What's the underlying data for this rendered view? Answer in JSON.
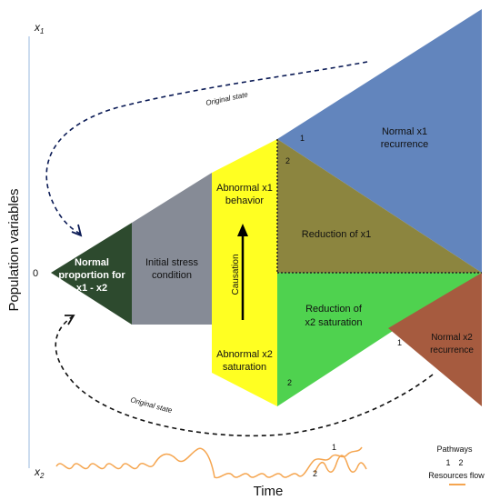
{
  "axes": {
    "y_label": "Population variables",
    "x_label": "Time",
    "x1_label": "x",
    "x1_sub": "1",
    "x2_label": "x",
    "x2_sub": "2",
    "zero_label": "0"
  },
  "regions": {
    "normal_proportion": {
      "line1": "Normal",
      "line2": "proportion for",
      "line3": "x1 - x2",
      "color": "#2d4a2e"
    },
    "initial_stress": {
      "line1": "Initial stress",
      "line2": "condition",
      "color": "#868b96"
    },
    "abnormal_behavior": {
      "line1": "Abnormal x1",
      "line2": "behavior",
      "color": "#ffff22"
    },
    "abnormal_saturation": {
      "line1": "Abnormal x2",
      "line2": "saturation"
    },
    "causation": "Causation",
    "normal_x1_recurrence": {
      "line1": "Normal x1",
      "line2": "recurrence",
      "color": "#6285bd"
    },
    "reduction_x1": {
      "line1": "Reduction of x1",
      "color": "#8c853f"
    },
    "reduction_x2": {
      "line1": "Reduction of",
      "line2": "x2 saturation",
      "color": "#4fd24f"
    },
    "normal_x2_recurrence": {
      "line1": "Normal x2",
      "line2": "recurrence",
      "color": "#a65b3f"
    }
  },
  "markers": {
    "upper_1": "1",
    "upper_2": "2",
    "lower_1": "1",
    "lower_2": "2"
  },
  "original_state_top": "Original state",
  "original_state_bottom": "Original state",
  "legend": {
    "pathways_title": "Pathways",
    "pathway_1": "1",
    "pathway_2": "2",
    "resources_flow": "Resources flow",
    "flow_color": "#f5a54f",
    "wave_1": "1",
    "wave_2": "2"
  }
}
